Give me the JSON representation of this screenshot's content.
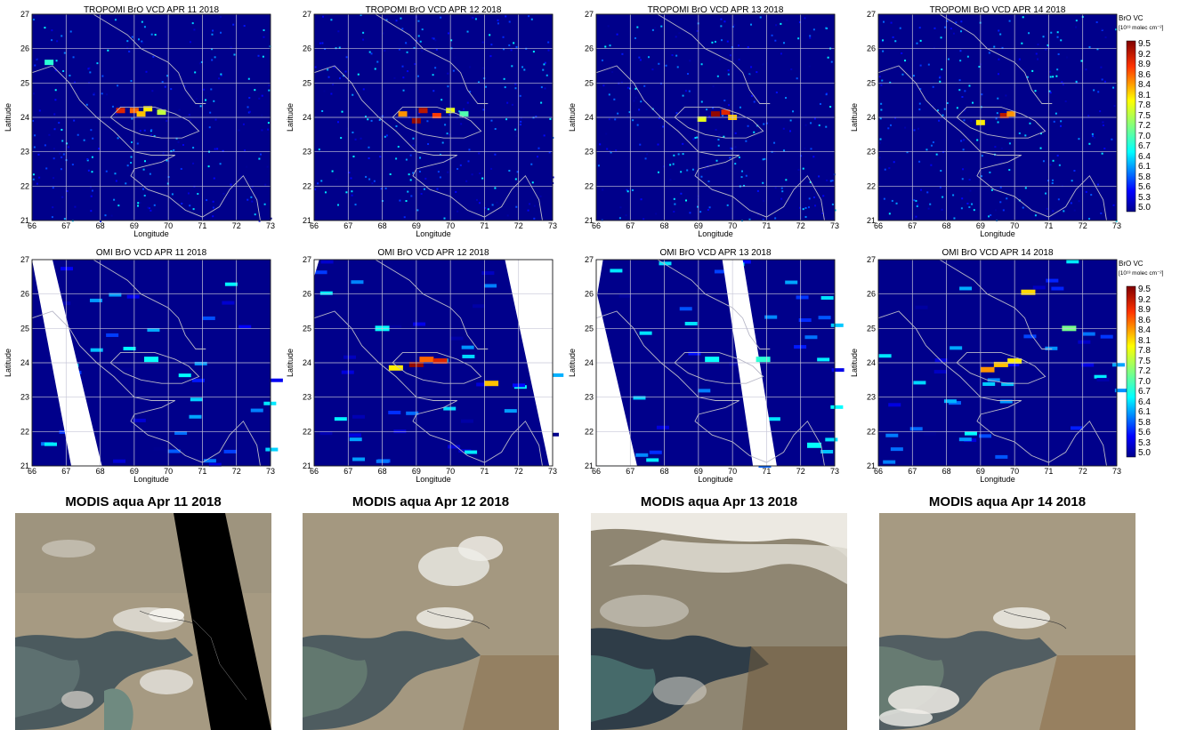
{
  "chart_data": [
    {
      "type": "heatmap",
      "title": "TROPOMI BrO VCD APR 11 2018",
      "xlabel": "Longitude",
      "ylabel": "Latitude",
      "xlim": [
        66,
        73
      ],
      "ylim": [
        21,
        27
      ],
      "xticks": [
        "66",
        "67",
        "68",
        "69",
        "70",
        "71",
        "72",
        "73"
      ],
      "yticks": [
        "21",
        "22",
        "23",
        "24",
        "25",
        "26",
        "27"
      ],
      "grid": true,
      "colorscale_range": [
        5.0,
        9.5
      ],
      "hotspots": [
        {
          "lon": 68.6,
          "lat": 24.2,
          "value": 9.0
        },
        {
          "lon": 69.0,
          "lat": 24.2,
          "value": 8.6
        },
        {
          "lon": 69.4,
          "lat": 24.25,
          "value": 8.0
        },
        {
          "lon": 69.8,
          "lat": 24.15,
          "value": 7.6
        },
        {
          "lon": 69.2,
          "lat": 24.1,
          "value": 8.2
        },
        {
          "lon": 66.5,
          "lat": 25.6,
          "value": 6.8
        }
      ]
    },
    {
      "type": "heatmap",
      "title": "TROPOMI BrO VCD APR 12 2018",
      "xlabel": "Longitude",
      "ylabel": "Latitude",
      "xlim": [
        66,
        73
      ],
      "ylim": [
        21,
        27
      ],
      "xticks": [
        "66",
        "67",
        "68",
        "69",
        "70",
        "71",
        "72",
        "73"
      ],
      "yticks": [
        "21",
        "22",
        "23",
        "24",
        "25",
        "26",
        "27"
      ],
      "grid": true,
      "colorscale_range": [
        5.0,
        9.5
      ],
      "hotspots": [
        {
          "lon": 68.6,
          "lat": 24.1,
          "value": 8.4
        },
        {
          "lon": 69.0,
          "lat": 23.9,
          "value": 9.4
        },
        {
          "lon": 69.2,
          "lat": 24.2,
          "value": 9.2
        },
        {
          "lon": 69.6,
          "lat": 24.05,
          "value": 8.8
        },
        {
          "lon": 70.0,
          "lat": 24.2,
          "value": 7.8
        },
        {
          "lon": 70.4,
          "lat": 24.1,
          "value": 7.0
        }
      ]
    },
    {
      "type": "heatmap",
      "title": "TROPOMI BrO VCD APR 13 2018",
      "xlabel": "Longitude",
      "ylabel": "Latitude",
      "xlim": [
        66,
        73
      ],
      "ylim": [
        21,
        27
      ],
      "xticks": [
        "66",
        "67",
        "68",
        "69",
        "70",
        "71",
        "72",
        "73"
      ],
      "yticks": [
        "21",
        "22",
        "23",
        "24",
        "25",
        "26",
        "27"
      ],
      "grid": true,
      "colorscale_range": [
        5.0,
        9.5
      ],
      "hotspots": [
        {
          "lon": 69.5,
          "lat": 24.1,
          "value": 9.4
        },
        {
          "lon": 69.8,
          "lat": 24.15,
          "value": 9.0
        },
        {
          "lon": 69.1,
          "lat": 23.95,
          "value": 7.8
        },
        {
          "lon": 70.0,
          "lat": 24.0,
          "value": 8.2
        }
      ]
    },
    {
      "type": "heatmap",
      "title": "TROPOMI BrO VCD APR 14 2018",
      "xlabel": "Longitude",
      "ylabel": "Latitude",
      "xlim": [
        66,
        73
      ],
      "ylim": [
        21,
        27
      ],
      "xticks": [
        "66",
        "67",
        "68",
        "69",
        "70",
        "71",
        "72",
        "73"
      ],
      "yticks": [
        "21",
        "22",
        "23",
        "24",
        "25",
        "26",
        "27"
      ],
      "grid": true,
      "colorscale_range": [
        5.0,
        9.5
      ],
      "hotspots": [
        {
          "lon": 69.7,
          "lat": 24.05,
          "value": 9.2
        },
        {
          "lon": 69.0,
          "lat": 23.85,
          "value": 8.0
        },
        {
          "lon": 69.9,
          "lat": 24.1,
          "value": 8.4
        }
      ]
    },
    {
      "type": "heatmap",
      "title": "OMI BrO VCD APR 11 2018",
      "xlabel": "Longitude",
      "ylabel": "Latitude",
      "xlim": [
        66,
        73
      ],
      "ylim": [
        21,
        27
      ],
      "xticks": [
        "66",
        "67",
        "68",
        "69",
        "70",
        "71",
        "72",
        "73"
      ],
      "yticks": [
        "21",
        "22",
        "23",
        "24",
        "25",
        "26",
        "27"
      ],
      "grid": true,
      "colorscale_range": [
        5.0,
        9.5
      ],
      "hotspots": [
        {
          "lon": 69.5,
          "lat": 24.1,
          "value": 6.6
        }
      ]
    },
    {
      "type": "heatmap",
      "title": "OMI BrO VCD APR 12 2018",
      "xlabel": "Longitude",
      "ylabel": "Latitude",
      "xlim": [
        66,
        73
      ],
      "ylim": [
        21,
        27
      ],
      "xticks": [
        "66",
        "67",
        "68",
        "69",
        "70",
        "71",
        "72",
        "73"
      ],
      "yticks": [
        "21",
        "22",
        "23",
        "24",
        "25",
        "26",
        "27"
      ],
      "grid": true,
      "colorscale_range": [
        5.0,
        9.5
      ],
      "hotspots": [
        {
          "lon": 68.4,
          "lat": 23.85,
          "value": 8.0
        },
        {
          "lon": 69.0,
          "lat": 23.95,
          "value": 9.4
        },
        {
          "lon": 69.3,
          "lat": 24.1,
          "value": 8.6
        },
        {
          "lon": 69.7,
          "lat": 24.05,
          "value": 9.0
        },
        {
          "lon": 68.0,
          "lat": 25.0,
          "value": 6.6
        },
        {
          "lon": 71.2,
          "lat": 23.4,
          "value": 8.2
        }
      ]
    },
    {
      "type": "heatmap",
      "title": "OMI BrO VCD APR 13 2018",
      "xlabel": "Longitude",
      "ylabel": "Latitude",
      "xlim": [
        66,
        73
      ],
      "ylim": [
        21,
        27
      ],
      "xticks": [
        "66",
        "67",
        "68",
        "69",
        "70",
        "71",
        "72",
        "73"
      ],
      "yticks": [
        "21",
        "22",
        "23",
        "24",
        "25",
        "26",
        "27"
      ],
      "grid": true,
      "colorscale_range": [
        5.0,
        9.5
      ],
      "hotspots": [
        {
          "lon": 69.4,
          "lat": 24.1,
          "value": 6.6
        },
        {
          "lon": 70.9,
          "lat": 24.1,
          "value": 6.8
        },
        {
          "lon": 72.4,
          "lat": 21.6,
          "value": 6.6
        }
      ]
    },
    {
      "type": "heatmap",
      "title": "OMI BrO VCD APR 14 2018",
      "xlabel": "Longitude",
      "ylabel": "Latitude",
      "xlim": [
        66,
        73
      ],
      "ylim": [
        21,
        27
      ],
      "xticks": [
        "66",
        "67",
        "68",
        "69",
        "70",
        "71",
        "72",
        "73"
      ],
      "yticks": [
        "21",
        "22",
        "23",
        "24",
        "25",
        "26",
        "27"
      ],
      "grid": true,
      "colorscale_range": [
        5.0,
        9.5
      ],
      "hotspots": [
        {
          "lon": 69.2,
          "lat": 23.8,
          "value": 8.4
        },
        {
          "lon": 69.6,
          "lat": 23.95,
          "value": 8.2
        },
        {
          "lon": 70.0,
          "lat": 24.05,
          "value": 8.0
        },
        {
          "lon": 70.4,
          "lat": 26.05,
          "value": 8.1
        },
        {
          "lon": 71.6,
          "lat": 25.0,
          "value": 7.2
        }
      ]
    }
  ],
  "colorbars": [
    {
      "title": "BrO VC",
      "unit": "[10¹³ molec cm⁻²]",
      "ticks": [
        "9.5",
        "9.2",
        "8.9",
        "8.6",
        "8.4",
        "8.1",
        "7.8",
        "7.5",
        "7.2",
        "7.0",
        "6.7",
        "6.4",
        "6.1",
        "5.8",
        "5.6",
        "5.3",
        "5.0"
      ]
    },
    {
      "title": "BrO VC",
      "unit": "[10¹³ molec cm⁻²]",
      "ticks": [
        "9.5",
        "9.2",
        "8.9",
        "8.6",
        "8.4",
        "8.1",
        "7.8",
        "7.5",
        "7.2",
        "7.0",
        "6.7",
        "6.4",
        "6.1",
        "5.8",
        "5.6",
        "5.3",
        "5.0"
      ]
    }
  ],
  "colors": {
    "background_low": "#00008b",
    "grid": "#c8c8d8",
    "coast": "#b8b8c8"
  },
  "modis": [
    {
      "title": "MODIS aqua Apr 11 2018"
    },
    {
      "title": "MODIS aqua Apr 12 2018"
    },
    {
      "title": "MODIS aqua Apr 13 2018"
    },
    {
      "title": "MODIS aqua Apr 14 2018"
    }
  ]
}
